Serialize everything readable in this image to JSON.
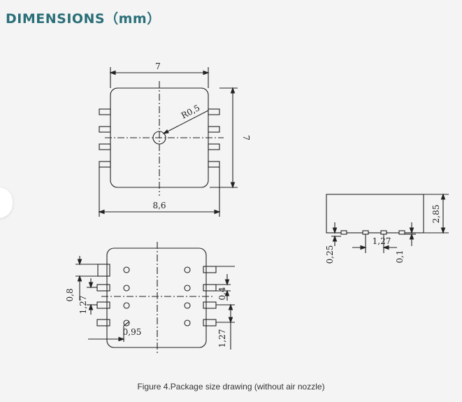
{
  "heading": "DIMENSIONS（mm）",
  "caption": "Figure 4.Package size drawing (without air nozzle)",
  "colors": {
    "heading": "#2a6f78",
    "line": "#222222",
    "background": "#f4f4f4"
  },
  "top_view": {
    "width_label": "7",
    "height_label": "7",
    "radius_label": "R0,5",
    "span_label": "8,6"
  },
  "side_view": {
    "height_label": "2,85",
    "pitch_label": "1,27",
    "standoff_label": "0,25",
    "lead_label": "0,1"
  },
  "bottom_view": {
    "pad_width_label": "0,8",
    "pitch_left_label": "1,27",
    "hole_label": "0,95",
    "pad_height_label": "0,4",
    "pitch_right_label": "1,27"
  }
}
